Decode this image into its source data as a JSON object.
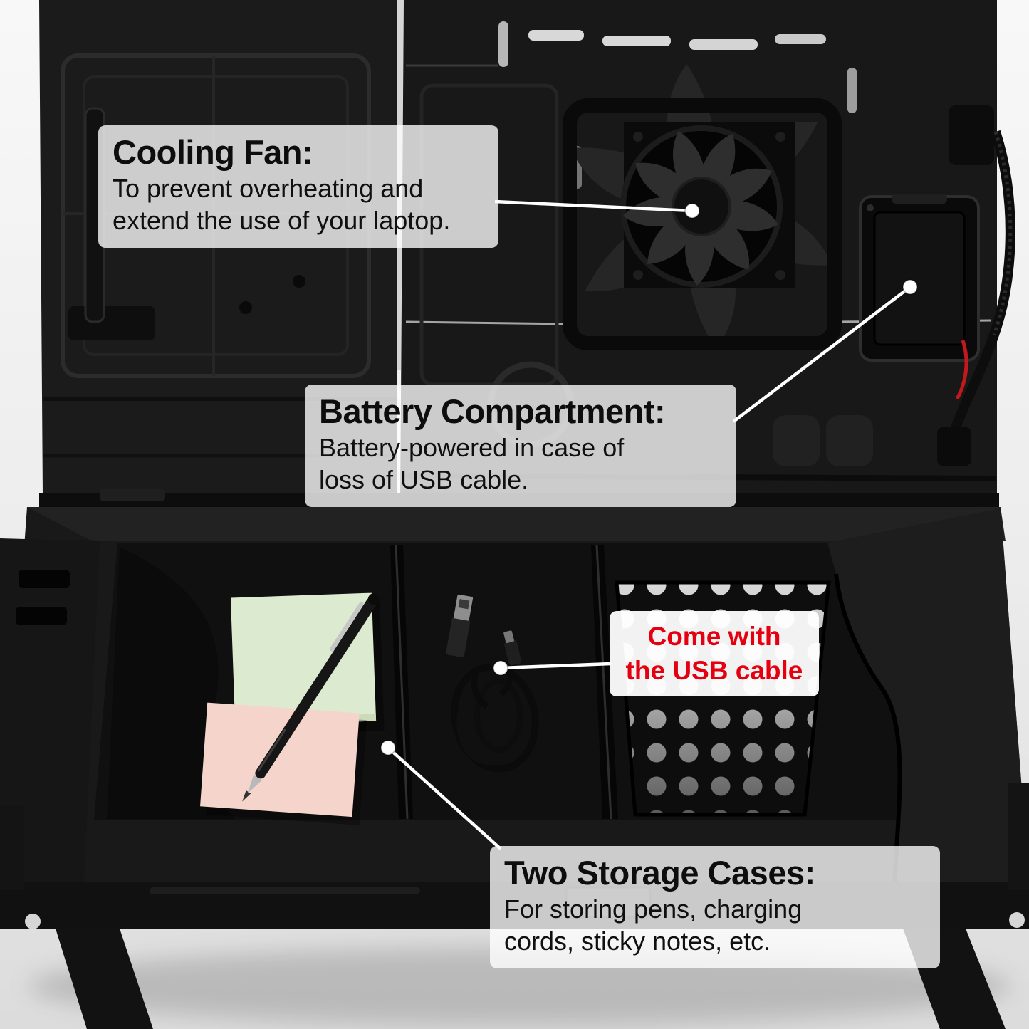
{
  "colors": {
    "product_black": "#141414",
    "callout_background": "rgba(255,255,255,0.78)",
    "callout_text": "#0d0d0d",
    "usb_accent_red": "#e50010",
    "callout_line_white": "#ffffff",
    "sticky_note_green": "#dcebcf",
    "sticky_note_pink": "#f4d4cb"
  },
  "annotations": {
    "cooling_fan": {
      "title": "Cooling Fan:",
      "body_line1": "To prevent overheating and",
      "body_line2": "extend the use of your laptop."
    },
    "battery": {
      "title": "Battery Compartment:",
      "body_line1": "Battery-powered in case of",
      "body_line2": "loss of USB cable."
    },
    "usb": {
      "line1": "Come with",
      "line2": "the USB cable"
    },
    "storage": {
      "title": "Two Storage Cases:",
      "body_line1": "For storing pens, charging",
      "body_line2": "cords, sticky notes, etc."
    }
  }
}
